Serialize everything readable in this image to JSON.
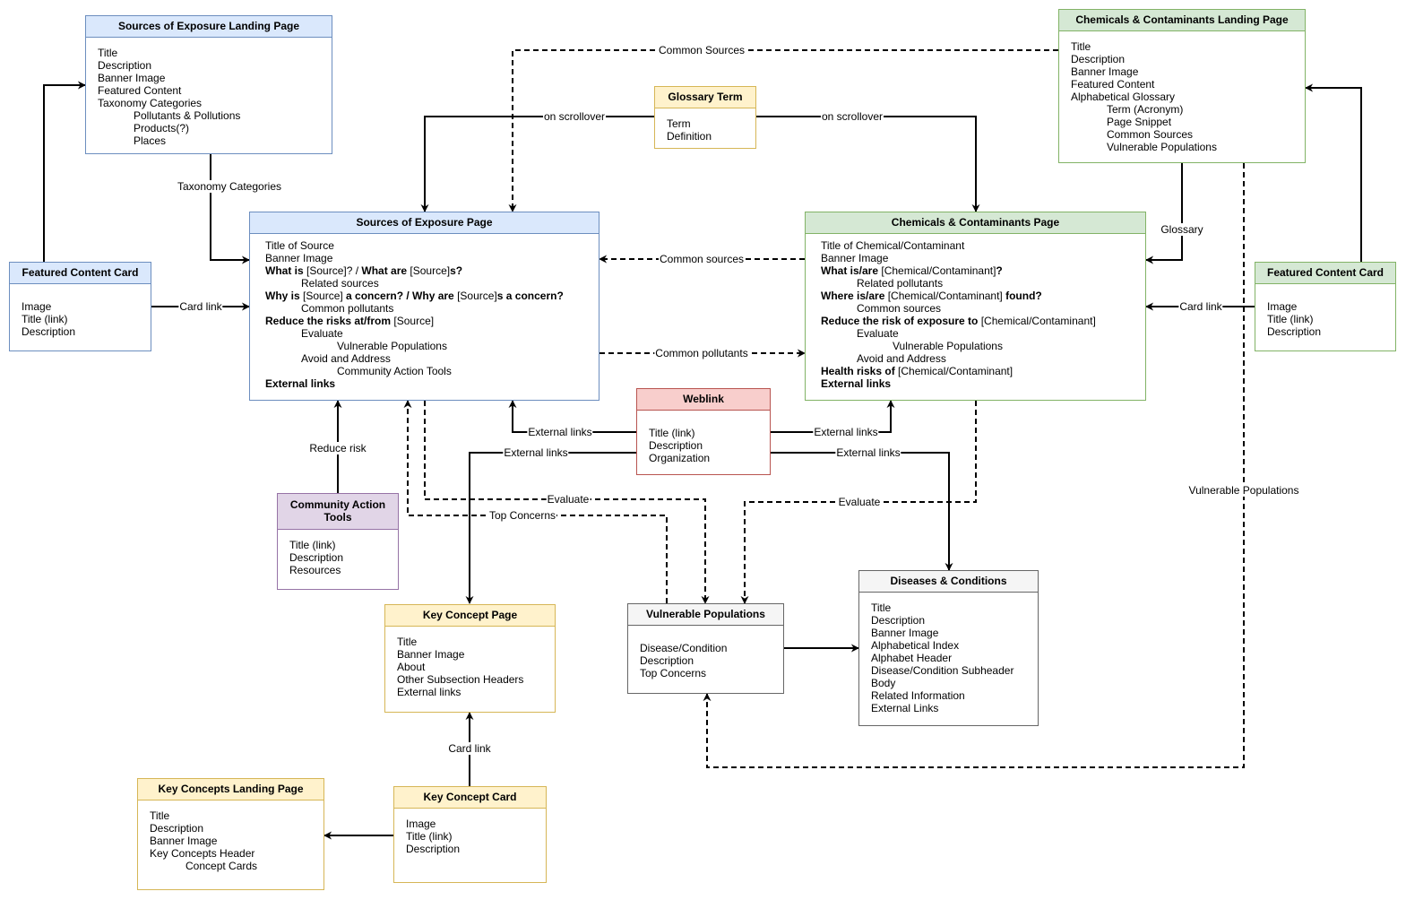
{
  "colors": {
    "blue_fill": "#dae8fc",
    "blue_stroke": "#6c8ebf",
    "green_fill": "#d5e8d4",
    "green_stroke": "#82b366",
    "yellow_fill": "#fff2cc",
    "yellow_stroke": "#d6b656",
    "purple_fill": "#e1d5e7",
    "purple_stroke": "#9673a6",
    "red_fill": "#f8cecc",
    "red_stroke": "#b85450",
    "gray_fill": "#f5f5f5",
    "gray_stroke": "#666666"
  },
  "nodes": {
    "soe_landing": {
      "title": "Sources of Exposure Landing Page",
      "rows": [
        {
          "t": "Title",
          "i": 0
        },
        {
          "t": "Description",
          "i": 0
        },
        {
          "t": "Banner Image",
          "i": 0
        },
        {
          "t": "Featured Content",
          "i": 0
        },
        {
          "t": "Taxonomy Categories",
          "i": 0
        },
        {
          "t": "Pollutants & Pollutions",
          "i": 1
        },
        {
          "t": "Products(?)",
          "i": 1
        },
        {
          "t": "Places",
          "i": 1
        }
      ]
    },
    "soe_page": {
      "title": "Sources of Exposure Page",
      "rows": [
        {
          "t": "Title of Source",
          "i": 0
        },
        {
          "t": "Banner Image",
          "i": 0
        },
        {
          "t": [
            {
              "b": "What is"
            },
            " [Source]? / ",
            {
              "b": "What are"
            },
            " [Source]",
            {
              "b": "s?"
            }
          ],
          "i": 0
        },
        {
          "t": "Related sources",
          "i": 1
        },
        {
          "t": [
            {
              "b": "Why is"
            },
            " [Source] ",
            {
              "b": "a concern? / Why are"
            },
            " [Source]",
            {
              "b": "s a concern?"
            }
          ],
          "i": 0
        },
        {
          "t": "Common pollutants",
          "i": 1
        },
        {
          "t": [
            {
              "b": "Reduce the risks at/from"
            },
            " [Source]"
          ],
          "i": 0
        },
        {
          "t": "Evaluate",
          "i": 1
        },
        {
          "t": "Vulnerable Populations",
          "i": 2
        },
        {
          "t": "Avoid and Address",
          "i": 1
        },
        {
          "t": "Community Action Tools",
          "i": 2
        },
        {
          "t": [
            {
              "b": "External links"
            }
          ],
          "i": 0
        }
      ]
    },
    "featured_left": {
      "title": "Featured Content Card",
      "rows": [
        {
          "t": "Image",
          "i": 0
        },
        {
          "t": "Title (link)",
          "i": 0
        },
        {
          "t": "Description",
          "i": 0
        }
      ]
    },
    "glossary_term": {
      "title": "Glossary Term",
      "rows": [
        {
          "t": "Term",
          "i": 0
        },
        {
          "t": "Definition",
          "i": 0
        }
      ]
    },
    "cc_landing": {
      "title": "Chemicals & Contaminants Landing Page",
      "rows": [
        {
          "t": "Title",
          "i": 0
        },
        {
          "t": "Description",
          "i": 0
        },
        {
          "t": "Banner Image",
          "i": 0
        },
        {
          "t": "Featured Content",
          "i": 0
        },
        {
          "t": "Alphabetical Glossary",
          "i": 0
        },
        {
          "t": "Term (Acronym)",
          "i": 1
        },
        {
          "t": "Page Snippet",
          "i": 1
        },
        {
          "t": "Common Sources",
          "i": 1
        },
        {
          "t": "Vulnerable Populations",
          "i": 1
        }
      ]
    },
    "cc_page": {
      "title": "Chemicals & Contaminants Page",
      "rows": [
        {
          "t": "Title of Chemical/Contaminant",
          "i": 0
        },
        {
          "t": "Banner Image",
          "i": 0
        },
        {
          "t": [
            {
              "b": "What is/are"
            },
            " [Chemical/Contaminant]",
            {
              "b": "?"
            }
          ],
          "i": 0
        },
        {
          "t": "Related pollutants",
          "i": 1
        },
        {
          "t": [
            {
              "b": "Where is/are"
            },
            " [Chemical/Contaminant] ",
            {
              "b": "found?"
            }
          ],
          "i": 0
        },
        {
          "t": "Common sources",
          "i": 1
        },
        {
          "t": [
            {
              "b": "Reduce the risk of exposure to"
            },
            " [Chemical/Contaminant]"
          ],
          "i": 0
        },
        {
          "t": "Evaluate",
          "i": 1
        },
        {
          "t": "Vulnerable Populations",
          "i": 2
        },
        {
          "t": "Avoid and Address",
          "i": 1
        },
        {
          "t": [
            {
              "b": "Health risks of"
            },
            " [Chemical/Contaminant]"
          ],
          "i": 0
        },
        {
          "t": [
            {
              "b": "External links"
            }
          ],
          "i": 0
        }
      ]
    },
    "featured_right": {
      "title": "Featured Content Card",
      "rows": [
        {
          "t": "Image",
          "i": 0
        },
        {
          "t": "Title (link)",
          "i": 0
        },
        {
          "t": "Description",
          "i": 0
        }
      ]
    },
    "weblink": {
      "title": "Weblink",
      "rows": [
        {
          "t": "Title (link)",
          "i": 0
        },
        {
          "t": "Description",
          "i": 0
        },
        {
          "t": "Organization",
          "i": 0
        }
      ]
    },
    "community_tools": {
      "title": "Community Action Tools",
      "rows": [
        {
          "t": "Title (link)",
          "i": 0
        },
        {
          "t": "Description",
          "i": 0
        },
        {
          "t": "Resources",
          "i": 0
        }
      ]
    },
    "key_concept_page": {
      "title": "Key Concept Page",
      "rows": [
        {
          "t": "Title",
          "i": 0
        },
        {
          "t": "Banner Image",
          "i": 0
        },
        {
          "t": "About",
          "i": 0
        },
        {
          "t": "Other Subsection Headers",
          "i": 0
        },
        {
          "t": "External links",
          "i": 0
        }
      ]
    },
    "vulnerable_pops": {
      "title": "Vulnerable Populations",
      "rows": [
        {
          "t": "Disease/Condition",
          "i": 0
        },
        {
          "t": "Description",
          "i": 0
        },
        {
          "t": "Top Concerns",
          "i": 0
        }
      ]
    },
    "diseases": {
      "title": "Diseases & Conditions",
      "rows": [
        {
          "t": "Title",
          "i": 0
        },
        {
          "t": "Description",
          "i": 0
        },
        {
          "t": "Banner Image",
          "i": 0
        },
        {
          "t": "Alphabetical Index",
          "i": 0
        },
        {
          "t": "Alphabet Header",
          "i": 0
        },
        {
          "t": "Disease/Condition Subheader",
          "i": 0
        },
        {
          "t": "Body",
          "i": 0
        },
        {
          "t": "Related Information",
          "i": 0
        },
        {
          "t": "External Links",
          "i": 0
        }
      ]
    },
    "kc_landing": {
      "title": "Key Concepts Landing Page",
      "rows": [
        {
          "t": "Title",
          "i": 0
        },
        {
          "t": "Description",
          "i": 0
        },
        {
          "t": "Banner Image",
          "i": 0
        },
        {
          "t": "Key Concepts Header",
          "i": 0
        },
        {
          "t": "Concept Cards",
          "i": 1
        }
      ]
    },
    "kc_card": {
      "title": "Key Concept Card",
      "rows": [
        {
          "t": "Image",
          "i": 0
        },
        {
          "t": "Title (link)",
          "i": 0
        },
        {
          "t": "Description",
          "i": 0
        }
      ]
    }
  },
  "edges": {
    "taxonomy_categories": "Taxonomy Categories",
    "card_link_left": "Card link",
    "common_sources_top": "Common Sources",
    "on_scrollover_left": "on scrollover",
    "on_scrollover_right": "on scrollover",
    "glossary": "Glossary",
    "card_link_right": "Card link",
    "common_sources_mid": "Common sources",
    "common_pollutants": "Common pollutants",
    "external_links_1": "External links",
    "external_links_2": "External links",
    "external_links_3": "External links",
    "external_links_4": "External links",
    "reduce_risk": "Reduce risk",
    "evaluate_left": "Evaluate",
    "top_concerns": "Top Concerns",
    "evaluate_right": "Evaluate",
    "vulnerable_populations": "Vulnerable Populations",
    "card_link_bottom": "Card link"
  }
}
